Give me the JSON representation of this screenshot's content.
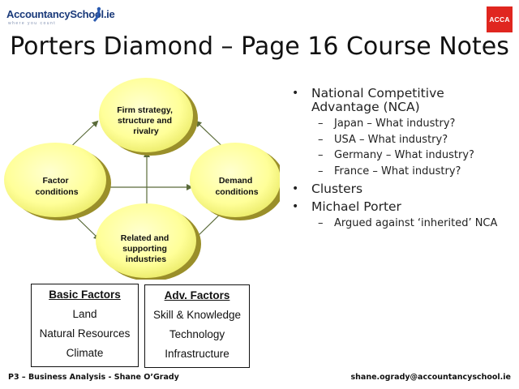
{
  "header": {
    "logo_text": "AccountancySchool.ie",
    "logo_tagline": "where you count",
    "acca_badge": "ACCA",
    "title": "Porters Diamond – Page 16 Course Notes"
  },
  "diagram": {
    "nodes": {
      "top": [
        "Firm strategy,",
        "structure and",
        "rivalry"
      ],
      "left": [
        "Factor",
        "conditions"
      ],
      "right": [
        "Demand",
        "conditions"
      ],
      "bottom": [
        "Related and",
        "supporting",
        "industries"
      ]
    }
  },
  "bullets": [
    {
      "text": "National Competitive Advantage (NCA)",
      "lines": [
        "National Competitive",
        "Advantage (NCA)"
      ],
      "subs": [
        "Japan – What industry?",
        "USA – What industry?",
        "Germany – What industry?",
        "France – What industry?"
      ]
    },
    {
      "text": "Clusters",
      "lines": [
        "Clusters"
      ],
      "subs": []
    },
    {
      "text": "Michael Porter",
      "lines": [
        "Michael Porter"
      ],
      "subs": [
        "Argued against ‘inherited’ NCA"
      ]
    }
  ],
  "basic_factors": {
    "heading": "Basic Factors",
    "items": [
      "Land",
      "Natural Resources",
      "Climate"
    ]
  },
  "adv_factors": {
    "heading": "Adv. Factors",
    "items": [
      "Skill & Knowledge",
      "Technology",
      "Infrastructure"
    ]
  },
  "footer": {
    "left": "P3 – Business Analysis - Shane O’Grady",
    "right": "shane.ogrady@accountancyschool.ie"
  },
  "colors": {
    "ellipse_fill": "#ffff99",
    "ellipse_shadow": "#9a8f2a",
    "arrow": "#5a6b3a",
    "acca_red": "#e0261f"
  }
}
